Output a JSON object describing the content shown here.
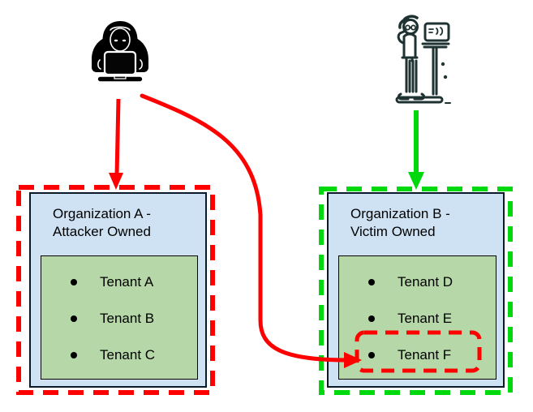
{
  "diagram": {
    "title": "Cross-tenant attack diagram",
    "colors": {
      "red": "#ff0000",
      "green": "#00d80e",
      "org_box_fill": "#cfe2f3",
      "tenant_box_fill": "#b6d7a8",
      "box_border": "#000000",
      "icon_black": "#000000",
      "icon_teal": "#1f3232"
    },
    "actors": {
      "attacker_icon": "hacker-hoodie-laptop-icon",
      "victim_icon": "person-standing-laptop-icon"
    },
    "org_a": {
      "title_line1": "Organization A -",
      "title_line2": "Attacker Owned",
      "tenants": [
        "Tenant A",
        "Tenant B",
        "Tenant C"
      ]
    },
    "org_b": {
      "title_line1": "Organization B -",
      "title_line2": "Victim Owned",
      "tenants": [
        "Tenant D",
        "Tenant E",
        "Tenant F"
      ]
    },
    "arrows": {
      "attacker_to_org_a": "red solid arrow down",
      "attacker_to_tenant_f": "red curved arrow to Tenant F",
      "victim_to_org_b": "green solid arrow down",
      "tenant_f_highlight": "red dashed box around Tenant F"
    }
  }
}
